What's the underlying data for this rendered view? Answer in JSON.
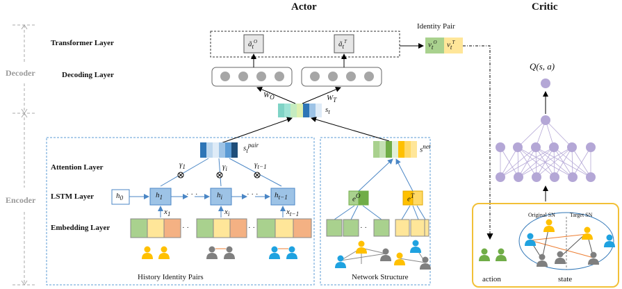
{
  "titles": {
    "actor": "Actor",
    "critic": "Critic"
  },
  "sections": {
    "decoder": "Decoder",
    "encoder": "Encoder"
  },
  "layers": {
    "transformer": "Transformer Layer",
    "decoding": "Decoding Layer",
    "attention": "Attention Layer",
    "lstm": "LSTM Layer",
    "embedding": "Embedding Layer"
  },
  "captions": {
    "history": "History Identity Pairs",
    "network": "Network Structure",
    "identity_pair": "Identity Pair",
    "action": "action",
    "state": "state",
    "original_sn": "Original SN",
    "target_sn": "Target SN"
  },
  "symbols": {
    "q": "Q(s, a)",
    "a_o": "ã",
    "a_t": "ã",
    "w_o": "W",
    "w_t": "W",
    "s_t": "s",
    "s_pair": "s",
    "s_net": "s",
    "h0": "h",
    "h1": "h",
    "hi": "h",
    "ht1": "h",
    "x1": "x",
    "xi": "x",
    "xt1": "x",
    "g1": "γ",
    "gi": "γ",
    "gt1": "γ",
    "e_o": "e",
    "e_t": "e",
    "v_o": "v",
    "v_t": "v"
  },
  "colors": {
    "green": "#a9d18e",
    "yellow": "#ffe699",
    "orange": "#f4b183",
    "blue_box": "#bdd7ee",
    "purple": "#b4a7d6",
    "person_yellow": "#ffc000",
    "person_gray": "#7f7f7f",
    "person_blue": "#1fa2e0",
    "person_green": "#70ad47",
    "border_gold": "#f2c037",
    "dash_blue": "#5b9bd5"
  }
}
